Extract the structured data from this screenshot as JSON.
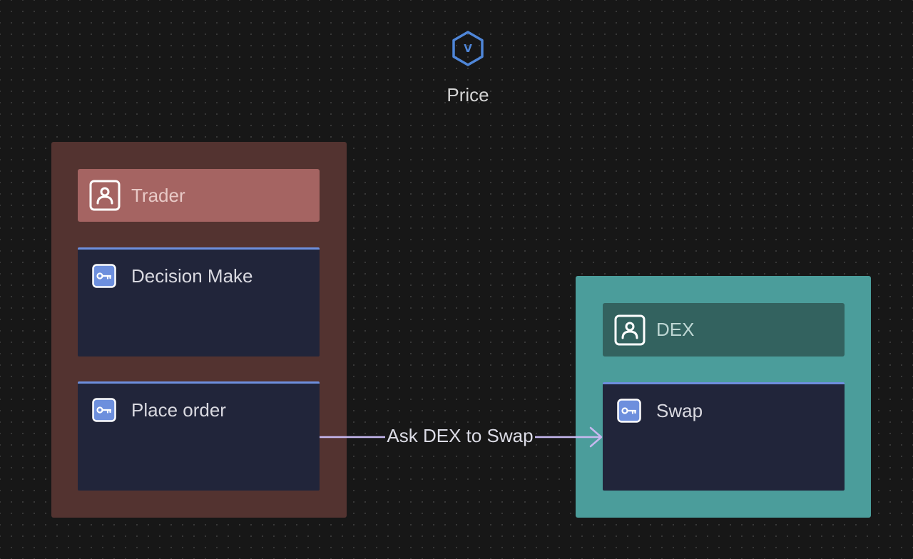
{
  "colors": {
    "canvas": "#171717",
    "trader_container": "#533330",
    "trader_header": "#a56462",
    "dex_container": "#4b9d9b",
    "dex_header": "#33625f",
    "card_bg": "#21253a",
    "card_accent": "#6d8fdd",
    "edge": "#c6b8ef"
  },
  "price": {
    "label": "Price",
    "icon": "hexagon-v-icon",
    "icon_letter": "V"
  },
  "trader": {
    "title": "Trader",
    "icon": "user-badge-icon",
    "steps": [
      {
        "label": "Decision Make",
        "icon": "key-card-icon"
      },
      {
        "label": "Place order",
        "icon": "key-card-icon"
      }
    ]
  },
  "dex": {
    "title": "DEX",
    "icon": "user-badge-icon",
    "steps": [
      {
        "label": "Swap",
        "icon": "key-card-icon"
      }
    ]
  },
  "edges": [
    {
      "from": "Place order",
      "to": "Swap",
      "label": "Ask DEX to Swap"
    }
  ]
}
